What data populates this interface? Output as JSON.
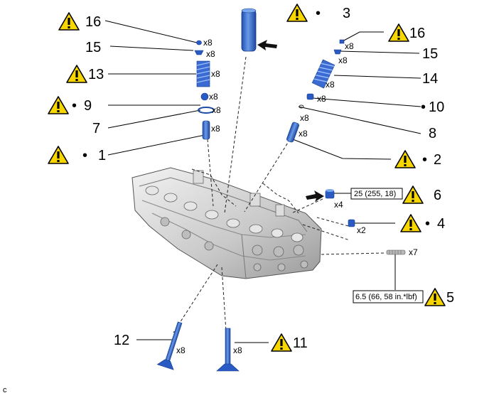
{
  "diagram": {
    "corner_label": "c",
    "callouts": [
      {
        "id": "16L",
        "number": "16",
        "qty": "x8",
        "caution": true,
        "bullet": false
      },
      {
        "id": "15L",
        "number": "15",
        "qty": "x8",
        "caution": false,
        "bullet": false
      },
      {
        "id": "13",
        "number": "13",
        "qty": "x8",
        "caution": true,
        "bullet": false
      },
      {
        "id": "9",
        "number": "9",
        "qty": "x8",
        "caution": true,
        "bullet": true
      },
      {
        "id": "7",
        "number": "7",
        "qty": "x8",
        "caution": false,
        "bullet": false
      },
      {
        "id": "1",
        "number": "1",
        "qty": "x8",
        "caution": true,
        "bullet": true
      },
      {
        "id": "3",
        "number": "3",
        "qty": "",
        "caution": true,
        "bullet": true
      },
      {
        "id": "16R",
        "number": "16",
        "qty": "x8",
        "caution": true,
        "bullet": false
      },
      {
        "id": "15R",
        "number": "15",
        "qty": "x8",
        "caution": false,
        "bullet": false
      },
      {
        "id": "14",
        "number": "14",
        "qty": "x8",
        "caution": false,
        "bullet": false
      },
      {
        "id": "10",
        "number": "10",
        "qty": "x8",
        "caution": false,
        "bullet": true
      },
      {
        "id": "8",
        "number": "8",
        "qty": "x8",
        "caution": false,
        "bullet": false
      },
      {
        "id": "2",
        "number": "2",
        "qty": "x8",
        "caution": true,
        "bullet": true
      },
      {
        "id": "6",
        "number": "6",
        "qty": "x4",
        "caution": true,
        "bullet": false,
        "torque": "25 (255, 18)"
      },
      {
        "id": "4",
        "number": "4",
        "qty": "x2",
        "caution": true,
        "bullet": true
      },
      {
        "id": "5",
        "number": "5",
        "qty": "x7",
        "caution": true,
        "bullet": false,
        "torque": "6.5 (66, 58 in.*lbf)"
      },
      {
        "id": "12",
        "number": "12",
        "qty": "x8",
        "caution": false,
        "bullet": false
      },
      {
        "id": "11",
        "number": "11",
        "qty": "x8",
        "caution": true,
        "bullet": false
      }
    ],
    "bullet_char": "•",
    "caution_mark": "!"
  }
}
